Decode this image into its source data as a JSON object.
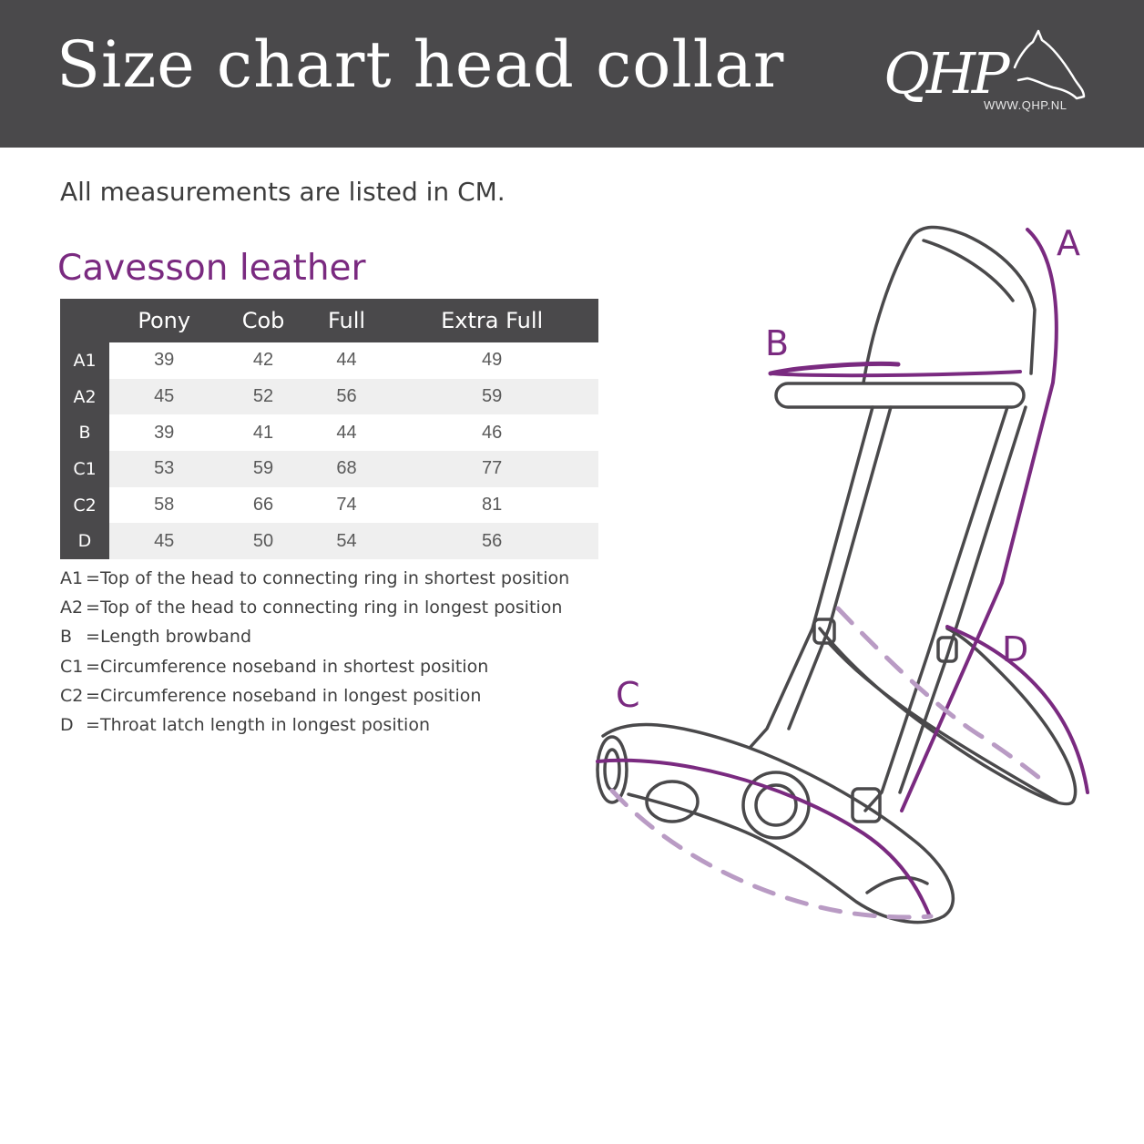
{
  "header": {
    "title": "Size chart head collar",
    "logo_text": "QHP",
    "logo_url": "WWW.QHP.NL"
  },
  "subtitle": "All measurements are listed in CM.",
  "section_title": "Cavesson leather",
  "table": {
    "columns": [
      "Pony",
      "Cob",
      "Full",
      "Extra Full"
    ],
    "rows": [
      {
        "label": "A1",
        "values": [
          "39",
          "42",
          "44",
          "49"
        ]
      },
      {
        "label": "A2",
        "values": [
          "45",
          "52",
          "56",
          "59"
        ]
      },
      {
        "label": "B",
        "values": [
          "39",
          "41",
          "44",
          "46"
        ]
      },
      {
        "label": "C1",
        "values": [
          "53",
          "59",
          "68",
          "77"
        ]
      },
      {
        "label": "C2",
        "values": [
          "58",
          "66",
          "74",
          "81"
        ]
      },
      {
        "label": "D",
        "values": [
          "45",
          "50",
          "54",
          "56"
        ]
      }
    ]
  },
  "legend": [
    {
      "code": "A1",
      "eq": "=",
      "text": "Top of the head to connecting ring in shortest position"
    },
    {
      "code": "A2",
      "eq": "=",
      "text": "Top of the head to connecting ring in longest position"
    },
    {
      "code": "B",
      "eq": "=",
      "text": "Length browband"
    },
    {
      "code": "C1",
      "eq": "=",
      "text": "Circumference noseband in shortest position"
    },
    {
      "code": "C2",
      "eq": "=",
      "text": "Circumference noseband in longest position"
    },
    {
      "code": "D",
      "eq": "=",
      "text": "Throat latch length in longest position"
    }
  ],
  "diagram": {
    "label_a": "A",
    "label_b": "B",
    "label_c": "C",
    "label_d": "D"
  },
  "colors": {
    "header_bg": "#4a494b",
    "accent_purple": "#7a2a80",
    "dashed_purple": "#b99bc4",
    "row_shade": "#efefef"
  },
  "icons": {
    "logo": "horse-head-logo"
  }
}
